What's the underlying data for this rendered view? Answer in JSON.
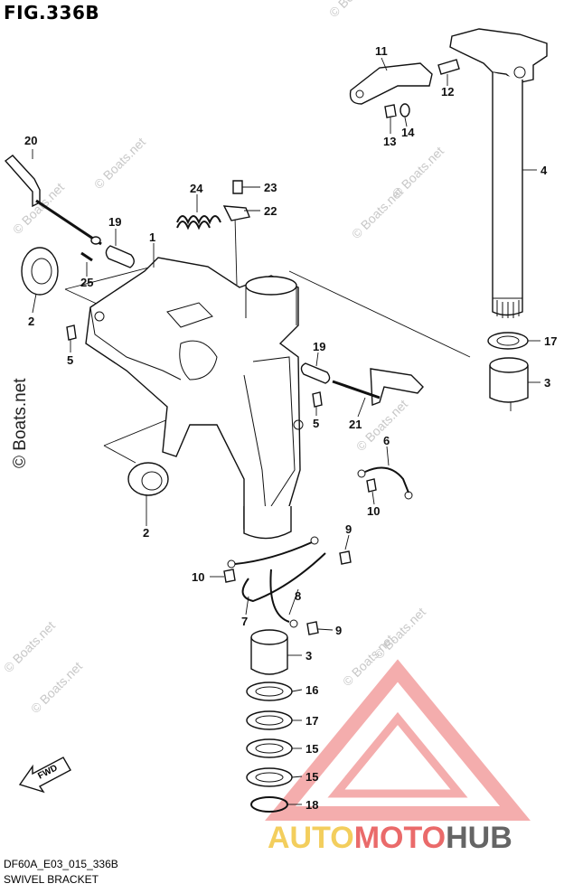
{
  "figure_title": "FIG.336B",
  "drawing_code": "DF60A_E03_015_336B",
  "caption": "SWIVEL BRACKET",
  "watermark_main": "© Boats.net",
  "watermark_repeat": "© Boats.net",
  "fwd_label": "FWD",
  "logo": {
    "brand": "AUTOMOTOHUB",
    "color_red": "#e85a5a",
    "color_yellow": "#f2c94c",
    "color_gray": "#555555"
  },
  "callouts": [
    {
      "id": "c11",
      "text": "11"
    },
    {
      "id": "c12",
      "text": "12"
    },
    {
      "id": "c13",
      "text": "13"
    },
    {
      "id": "c14",
      "text": "14"
    },
    {
      "id": "c4",
      "text": "4"
    },
    {
      "id": "c20",
      "text": "20"
    },
    {
      "id": "c24",
      "text": "24"
    },
    {
      "id": "c23",
      "text": "23"
    },
    {
      "id": "c22",
      "text": "22"
    },
    {
      "id": "c19a",
      "text": "19"
    },
    {
      "id": "c1",
      "text": "1"
    },
    {
      "id": "c25",
      "text": "25"
    },
    {
      "id": "c2a",
      "text": "2"
    },
    {
      "id": "c5a",
      "text": "5"
    },
    {
      "id": "c17a",
      "text": "17"
    },
    {
      "id": "c3a",
      "text": "3"
    },
    {
      "id": "c19b",
      "text": "19"
    },
    {
      "id": "c5b",
      "text": "5"
    },
    {
      "id": "c21",
      "text": "21"
    },
    {
      "id": "c6",
      "text": "6"
    },
    {
      "id": "c10a",
      "text": "10"
    },
    {
      "id": "c2b",
      "text": "2"
    },
    {
      "id": "c9a",
      "text": "9"
    },
    {
      "id": "c10b",
      "text": "10"
    },
    {
      "id": "c8",
      "text": "8"
    },
    {
      "id": "c7",
      "text": "7"
    },
    {
      "id": "c9b",
      "text": "9"
    },
    {
      "id": "c3b",
      "text": "3"
    },
    {
      "id": "c16",
      "text": "16"
    },
    {
      "id": "c17b",
      "text": "17"
    },
    {
      "id": "c15a",
      "text": "15"
    },
    {
      "id": "c15b",
      "text": "15"
    },
    {
      "id": "c18",
      "text": "18"
    }
  ]
}
